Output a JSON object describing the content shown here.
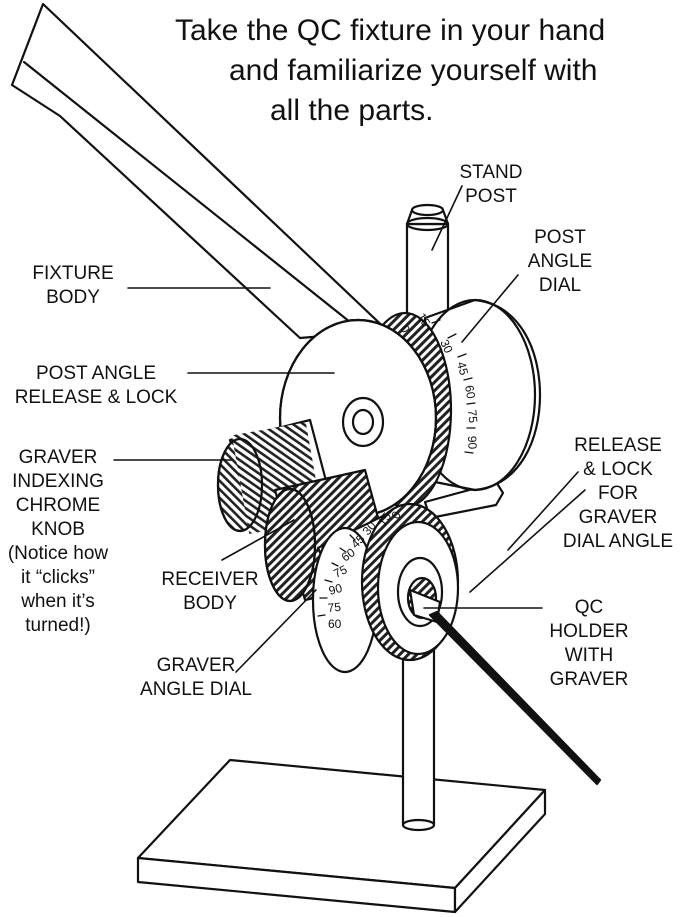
{
  "heading": {
    "line1": "Take the QC fixture in your hand",
    "line2": "and familiarize yourself with",
    "line3": "all the parts."
  },
  "labels": {
    "stand_post": [
      "STAND",
      "POST"
    ],
    "post_angle_dial": [
      "POST",
      "ANGLE",
      "DIAL"
    ],
    "fixture_body": [
      "FIXTURE",
      "BODY"
    ],
    "post_angle_release": [
      "POST ANGLE",
      "RELEASE & LOCK"
    ],
    "graver_indexing_knob": [
      "GRAVER",
      "INDEXING",
      "CHROME",
      "KNOB",
      "(Notice how",
      "it “clicks”",
      "when it’s",
      "turned!)"
    ],
    "release_lock_graver": [
      "RELEASE",
      "& LOCK",
      "FOR",
      "GRAVER",
      "DIAL ANGLE"
    ],
    "receiver_body": [
      "RECEIVER",
      "BODY"
    ],
    "qc_holder": [
      "QC",
      "HOLDER",
      "WITH",
      "GRAVER"
    ],
    "graver_angle_dial": [
      "GRAVER",
      "ANGLE DIAL"
    ]
  },
  "dials": {
    "post_angle_marks": [
      "0",
      "15",
      "30",
      "45",
      "60",
      "75",
      "90"
    ],
    "graver_angle_marks": [
      "0",
      "15",
      "30",
      "45",
      "60",
      "75",
      "90",
      "75",
      "60"
    ]
  }
}
